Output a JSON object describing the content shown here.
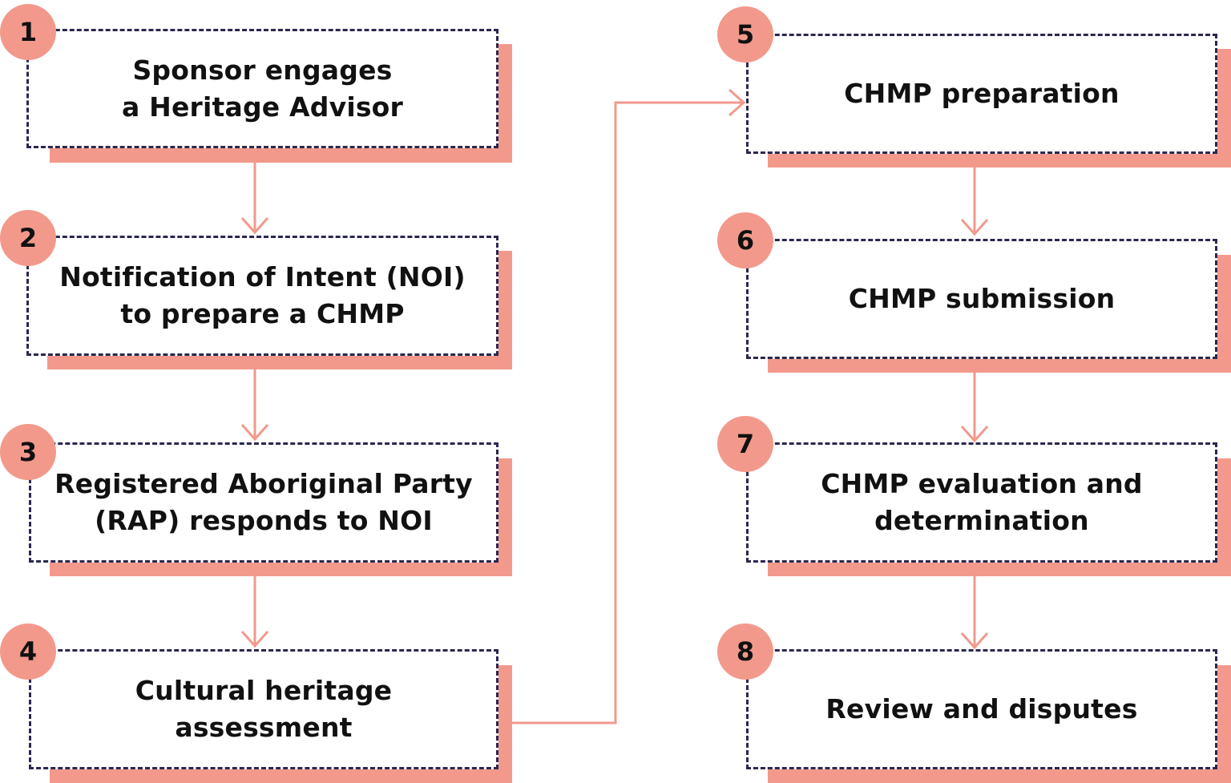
{
  "colors": {
    "accent": "#f2998c",
    "border": "#2a2850",
    "text": "#111111",
    "background": "#ffffff"
  },
  "steps": [
    {
      "number": "1",
      "label": "Sponsor engages\na Heritage Advisor"
    },
    {
      "number": "2",
      "label": "Notification of Intent (NOI)\nto prepare a CHMP"
    },
    {
      "number": "3",
      "label": "Registered Aboriginal Party\n(RAP) responds to NOI"
    },
    {
      "number": "4",
      "label": "Cultural heritage\nassessment"
    },
    {
      "number": "5",
      "label": "CHMP preparation"
    },
    {
      "number": "6",
      "label": "CHMP submission"
    },
    {
      "number": "7",
      "label": "CHMP evaluation and\ndetermination"
    },
    {
      "number": "8",
      "label": "Review and disputes"
    }
  ]
}
